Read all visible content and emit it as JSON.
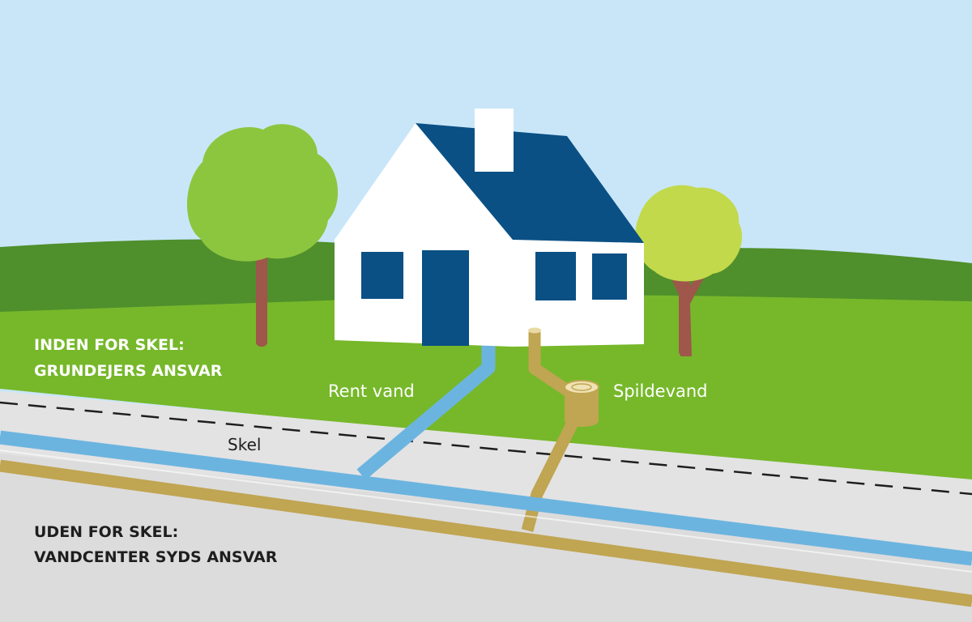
{
  "inside": {
    "line1": "INDEN FOR SKEL:",
    "line2": "GRUNDEJERS ANSVAR"
  },
  "outside": {
    "line1": "UDEN FOR SKEL:",
    "line2": "VANDCENTER SYDS ANSVAR"
  },
  "pipes": {
    "clean_water": "Rent vand",
    "waste_water": "Spildevand"
  },
  "boundary": {
    "label": "Skel"
  },
  "colors": {
    "sky": "#c9e6f9",
    "grass_far": "#4f8f2c",
    "grass_near": "#76b82a",
    "road": "#e3e3e3",
    "clean_pipe": "#6cb4e0",
    "waste_pipe": "#c0a552",
    "roof": "#0a5084",
    "house": "#ffffff"
  }
}
